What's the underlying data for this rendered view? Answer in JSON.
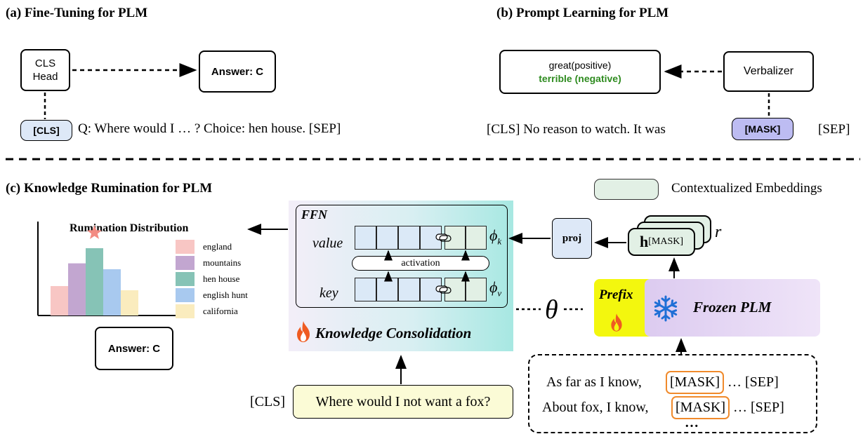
{
  "panel_a": {
    "title": "(a) Fine-Tuning for PLM",
    "cls_head": "CLS\nHead",
    "answer": "Answer: C",
    "cls_token": "[CLS]",
    "input_text": "Q: Where would I … ? Choice: hen house. [SEP]"
  },
  "panel_b": {
    "title": "(b) Prompt Learning for PLM",
    "label_positive": "great(positive)",
    "label_negative": "terrible (negative)",
    "verbalizer": "Verbalizer",
    "input_prefix": "[CLS] No reason to watch. It was",
    "mask_token": "[MASK]",
    "sep_token": "[SEP]",
    "negative_color": "#2e8b1f"
  },
  "panel_c": {
    "title": "(c) Knowledge Rumination for PLM",
    "legend_contextualized": "Contextualized Embeddings",
    "rumination_title": "Rumination Distribution",
    "distribution": {
      "type": "bar",
      "categories": [
        "england",
        "mountains",
        "hen house",
        "english hunt",
        "california"
      ],
      "values": [
        0.35,
        0.62,
        0.8,
        0.55,
        0.3
      ],
      "colors": [
        "#f8c6c4",
        "#c2a6d0",
        "#86c3b6",
        "#a8c9ef",
        "#faecbe"
      ],
      "highlight_marker": "star",
      "highlight_color": "#f28b82"
    },
    "answer": "Answer: C",
    "ffn_label": "FFN",
    "value_label": "value",
    "key_label": "key",
    "activation_label": "activation",
    "phi_k": "ϕ",
    "phi_k_sub": "k",
    "phi_v": "ϕ",
    "phi_v_sub": "v",
    "consolidation_label": "Knowledge Consolidation",
    "theta": "θ",
    "proj_label": "proj",
    "h_label": "h",
    "h_sub": "[MASK]",
    "r_label": "r",
    "prefix_label": "Prefix",
    "frozen_label": "Frozen PLM",
    "question_cls": "[CLS]",
    "question_text": "Where would I not want a fox?",
    "prompt1_prefix": "As far as I know,",
    "prompt2_prefix": "About fox, I know,",
    "mask_token": "[MASK]",
    "prompt_suffix": "… [SEP]",
    "ellipsis": "…",
    "colors": {
      "consolidation_bg_left": "#f3eef8",
      "consolidation_bg_right": "#a7e8e2",
      "prefix_bg": "#f3f70e",
      "frozen_bg": "#e8d6f3",
      "fire": "#ef5b21",
      "snowflake": "#1f6fd6",
      "mask_border": "#f08a2b",
      "question_bg": "#fbfbd6",
      "cls_token_bg": "#dde8f7",
      "mask_pill_bg": "#bdbcf2",
      "embed_bg": "#e2f0e5",
      "proj_bg": "#dde8f7"
    }
  }
}
